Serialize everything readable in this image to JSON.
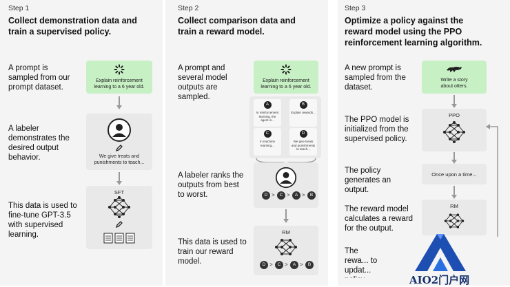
{
  "steps": [
    {
      "step_label": "Step 1",
      "title": "Collect demonstration data and train a supervised policy.",
      "descriptions": [
        "A prompt is sampled from our prompt dataset.",
        "A labeler demonstrates the desired output behavior.",
        "This data is used to fine-tune GPT-3.5 with supervised learning."
      ],
      "prompt_card_text": "Explain reinforcement learning to a 6 year old.",
      "labeler_card_text": "We give treats and punishments to teach...",
      "model_label": "SFT"
    },
    {
      "step_label": "Step 2",
      "title": "Collect comparison data and train a reward model.",
      "descriptions": [
        "A prompt and several model outputs are sampled.",
        "A labeler ranks the outputs from best to worst.",
        "This data is used to train our reward model."
      ],
      "prompt_card_text": "Explain reinforcement learning to a 6 year old.",
      "outputs": [
        {
          "letter": "A",
          "text": "In reinforcement learning, the agent is..."
        },
        {
          "letter": "B",
          "text": "Explain rewards..."
        },
        {
          "letter": "C",
          "text": "In machine learning..."
        },
        {
          "letter": "D",
          "text": "We give treats and punishments to teach..."
        }
      ],
      "ranking": [
        "D",
        ">",
        "C",
        ">",
        "A",
        ">",
        "B"
      ],
      "model_label": "RM"
    },
    {
      "step_label": "Step 3",
      "title": "Optimize a policy against the reward model using the PPO reinforcement learning algorithm.",
      "descriptions": [
        "A new prompt is sampled from the dataset.",
        "The PPO model is initialized from the supervised policy.",
        "The policy generates an output.",
        "The reward model calculates a reward for the output.",
        "The rewa... to updat... policy us..."
      ],
      "prompt_card_text": "Write a story about otters.",
      "ppo_label": "PPO",
      "output_text": "Once upon a time...",
      "rm_label": "RM"
    }
  ],
  "watermark": "AIO2门户网",
  "colors": {
    "green_card": "#c7f0c4",
    "panel": "#f4f4f4",
    "card": "#e9e9e9",
    "logo_blue": "#1d4fb3"
  }
}
